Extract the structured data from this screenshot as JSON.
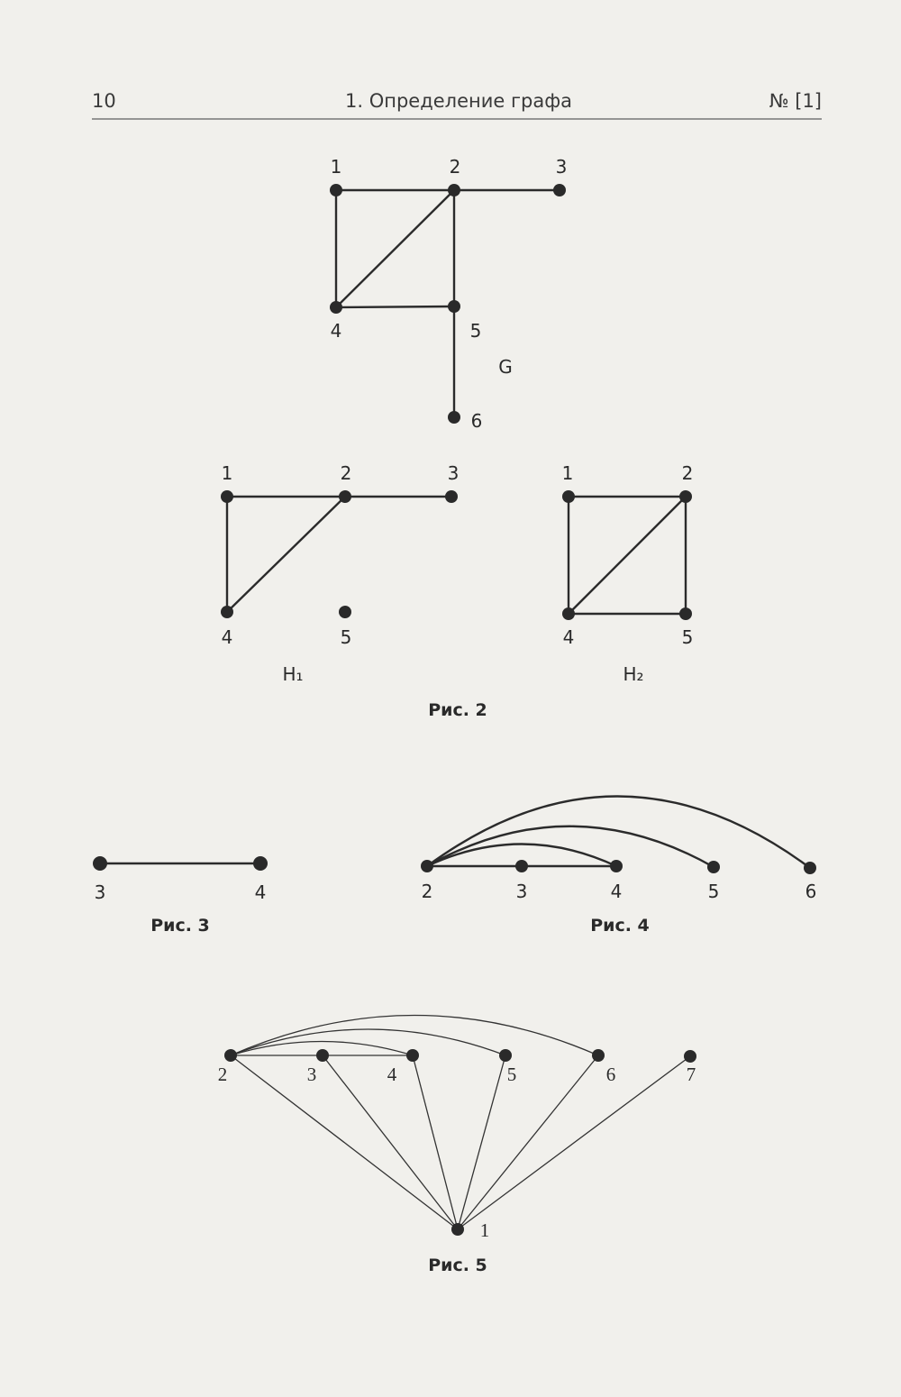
{
  "header": {
    "page_number": "10",
    "chapter_title": "1. Определение графа",
    "ref": "№ [1]"
  },
  "figures": [
    {
      "id": "fig2",
      "caption": "Рис. 2",
      "graphs": [
        {
          "id": "G",
          "name": "G",
          "nodes": [
            "1",
            "2",
            "3",
            "4",
            "5",
            "6"
          ],
          "edges": [
            [
              "1",
              "2"
            ],
            [
              "2",
              "3"
            ],
            [
              "1",
              "4"
            ],
            [
              "2",
              "4"
            ],
            [
              "2",
              "5"
            ],
            [
              "4",
              "5"
            ],
            [
              "5",
              "6"
            ]
          ]
        },
        {
          "id": "H1",
          "name": "H₁",
          "nodes": [
            "1",
            "2",
            "3",
            "4",
            "5"
          ],
          "edges": [
            [
              "1",
              "2"
            ],
            [
              "2",
              "3"
            ],
            [
              "1",
              "4"
            ],
            [
              "2",
              "4"
            ]
          ]
        },
        {
          "id": "H2",
          "name": "H₂",
          "nodes": [
            "1",
            "2",
            "4",
            "5"
          ],
          "edges": [
            [
              "1",
              "2"
            ],
            [
              "1",
              "4"
            ],
            [
              "2",
              "4"
            ],
            [
              "2",
              "5"
            ],
            [
              "4",
              "5"
            ]
          ]
        }
      ]
    },
    {
      "id": "fig3",
      "caption": "Рис. 3",
      "graphs": [
        {
          "id": "F3",
          "nodes": [
            "3",
            "4"
          ],
          "edges": [
            [
              "3",
              "4"
            ]
          ]
        }
      ]
    },
    {
      "id": "fig4",
      "caption": "Рис. 4",
      "graphs": [
        {
          "id": "F4",
          "nodes": [
            "2",
            "3",
            "4",
            "5",
            "6"
          ],
          "edges": [
            [
              "2",
              "3"
            ],
            [
              "3",
              "4"
            ],
            [
              "2",
              "4"
            ],
            [
              "2",
              "5"
            ],
            [
              "2",
              "6"
            ]
          ]
        }
      ]
    },
    {
      "id": "fig5",
      "caption": "Рис. 5",
      "graphs": [
        {
          "id": "F5",
          "nodes": [
            "2",
            "3",
            "4",
            "5",
            "6",
            "7",
            "1"
          ],
          "edges": [
            [
              "2",
              "3"
            ],
            [
              "3",
              "4"
            ],
            [
              "2",
              "4"
            ],
            [
              "2",
              "5"
            ],
            [
              "2",
              "6"
            ],
            [
              "1",
              "2"
            ],
            [
              "1",
              "3"
            ],
            [
              "1",
              "4"
            ],
            [
              "1",
              "5"
            ],
            [
              "1",
              "6"
            ],
            [
              "1",
              "7"
            ]
          ]
        }
      ]
    }
  ]
}
